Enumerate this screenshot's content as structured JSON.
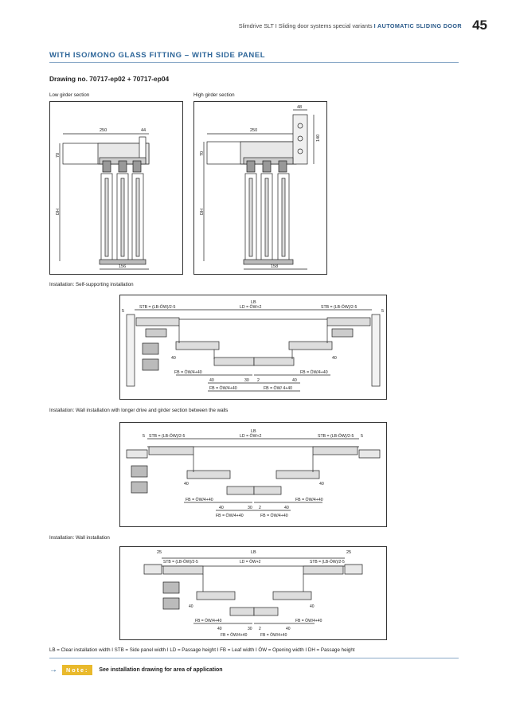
{
  "header": {
    "series": "Slimdrive SLT",
    "subtitle": "Sliding door systems special variants",
    "product": "AUTOMATIC SLIDING DOOR",
    "separator": "I",
    "page_number": "45"
  },
  "section_title": "WITH ISO/MONO GLASS FITTING – WITH SIDE PANEL",
  "drawing_number": "Drawing no. 70717-ep02 + 70717-ep04",
  "girders": {
    "low": {
      "caption": "Low girder section",
      "dims": {
        "width": "250",
        "small": "44",
        "height": "70",
        "dh": "DH",
        "bottom": "156"
      }
    },
    "high": {
      "caption": "High girder section",
      "dims": {
        "width": "250",
        "top": "48",
        "height": "70",
        "side": "140",
        "dh": "DH",
        "bottom": "158"
      }
    }
  },
  "installations": [
    {
      "caption": "Installation: Self-supporting installation",
      "labels": {
        "lb": "LB",
        "ld": "LD = ÖW+2",
        "stb_left": "STB = (LB-ÖW)/2-5",
        "stb_right": "STB = (LB-ÖW)/2-5",
        "edge_left": "5",
        "edge_right": "5",
        "d40_left": "40",
        "d40_right": "40",
        "fb_left": "FB = ÖW/4+40",
        "fb_right": "FB = ÖW/4+40",
        "c40_left": "40",
        "c30": "30",
        "c2": "2",
        "c40_right": "40",
        "fb_bottom_left": "FB = ÖW/4+40",
        "fb_bottom_right": "FB = ÖW/ 4+40"
      }
    },
    {
      "caption": "Installation: Wall installation with longer drive and girder section between the walls",
      "labels": {
        "lb": "LB",
        "ld": "LD = ÖW+2",
        "stb_left": "STB = (LB-ÖW)/2-5",
        "stb_right": "STB = (LB-ÖW)/2-5",
        "edge_left": "5",
        "edge_right": "5",
        "d40_left": "40",
        "d40_right": "40",
        "fb_left": "FB = ÖW/4+40",
        "fb_right": "FB = ÖW/4+40",
        "c40_left": "40",
        "c30": "30",
        "c2": "2",
        "c40_right": "40",
        "fb_bottom_left": "FB = ÖW/4+40",
        "fb_bottom_right": "FB = ÖW/4+40"
      }
    },
    {
      "caption": "Installation: Wall installation",
      "labels": {
        "lb": "LB",
        "ld": "LD = ÖW+2",
        "stb_left": "STB = (LB-ÖW)/2-5",
        "stb_right": "STB = (LB-ÖW)/2-5",
        "edge_left": "25",
        "edge_right": "25",
        "d40_left": "40",
        "d40_right": "40",
        "fb_left": "FB = ÖW/4+40",
        "fb_right": "FB = ÖW/4+40",
        "c40_left": "40",
        "c30": "30",
        "c2": "2",
        "c40_right": "40",
        "fb_bottom_left": "FB = ÖW/4+40",
        "fb_bottom_right": "FB = ÖW/4+40"
      }
    }
  ],
  "legend": "LB = Clear installation width  I  STB = Side panel width  I  LD = Passage height  I  FB = Leaf width  I  ÖW = Opening width  I  DH = Passage height",
  "note": {
    "arrow": "→",
    "badge": "Note:",
    "text": "See installation drawing for area of application"
  }
}
